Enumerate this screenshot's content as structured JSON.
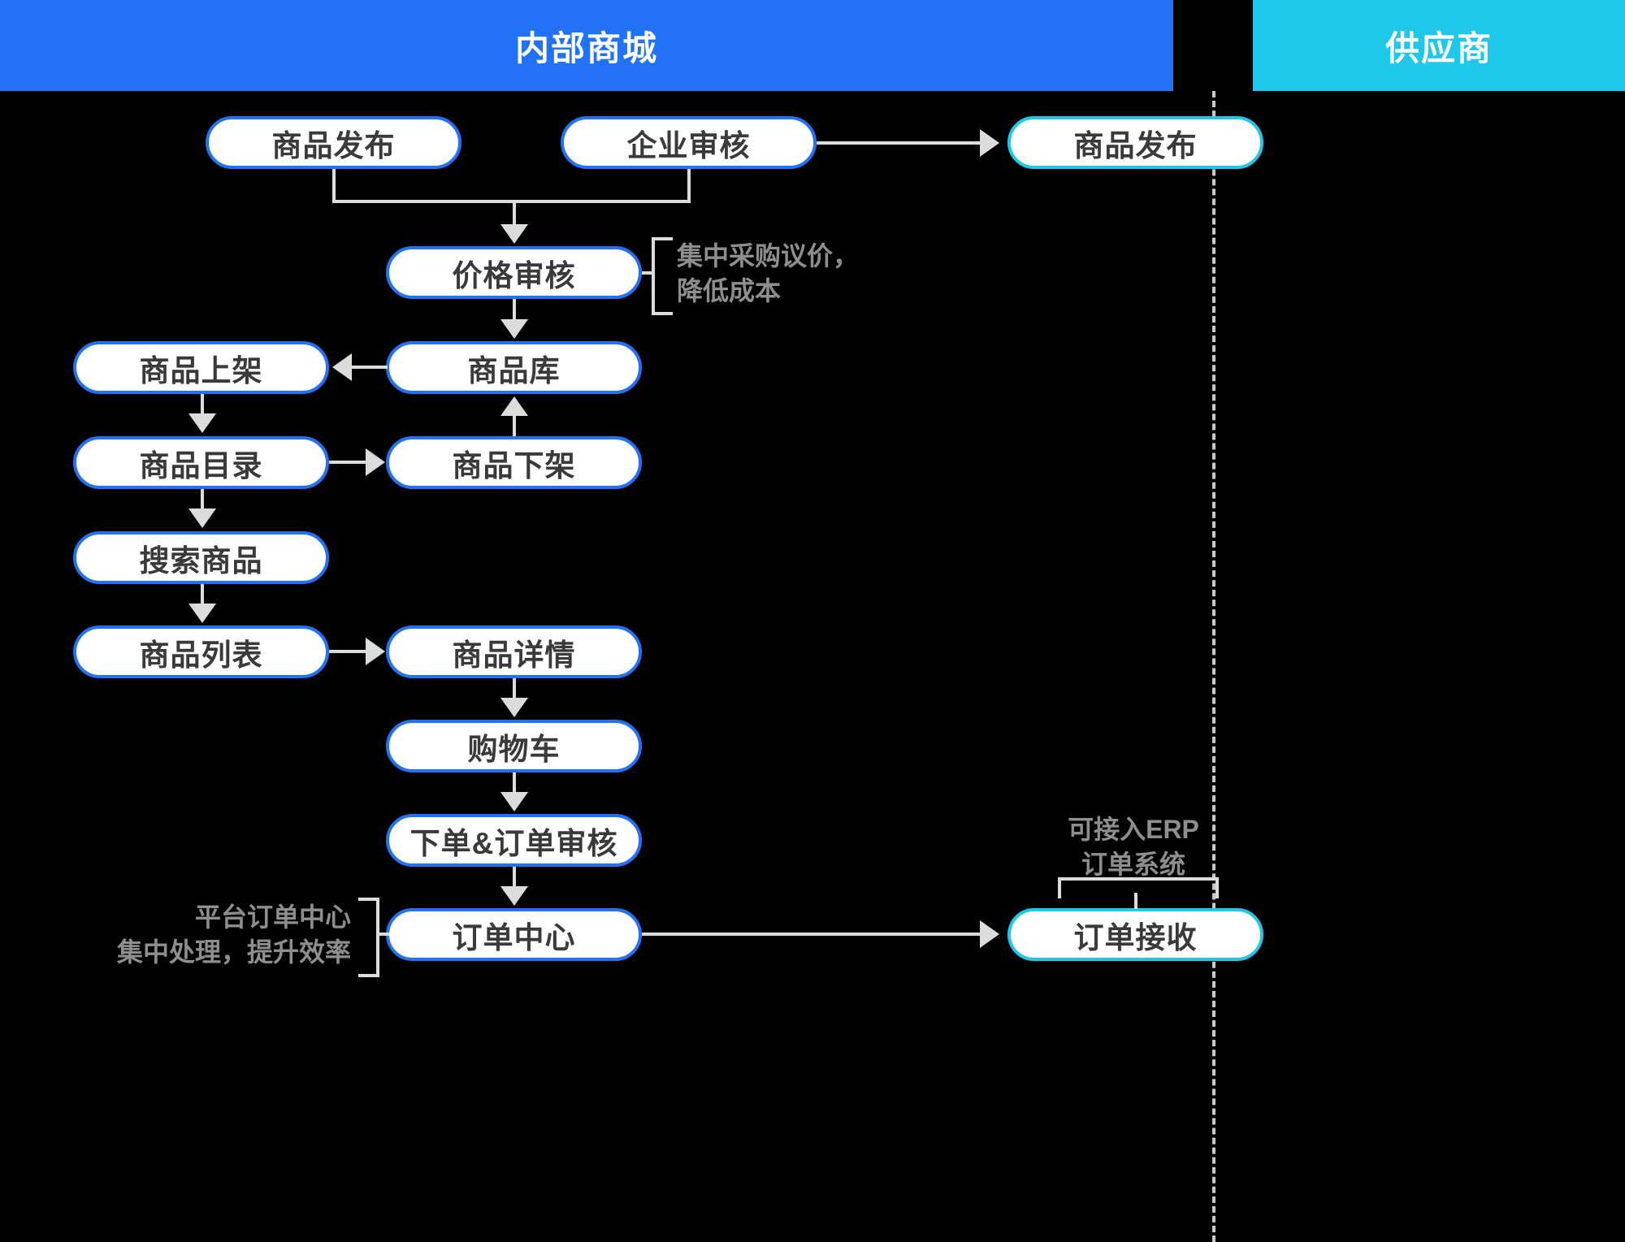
{
  "lanes": [
    {
      "id": "internal",
      "title": "内部商城",
      "color": "#2272f7"
    },
    {
      "id": "supplier",
      "title": "供应商",
      "color": "#1fc7e8"
    }
  ],
  "nodes": {
    "product_publish_internal": "商品发布",
    "enterprise_review": "企业审核",
    "product_publish_supplier": "商品发布",
    "price_review": "价格审核",
    "product_listing": "商品上架",
    "product_repository": "商品库",
    "product_catalog": "商品目录",
    "product_delisting": "商品下架",
    "search_product": "搜索商品",
    "product_list": "商品列表",
    "product_detail": "商品详情",
    "shopping_cart": "购物车",
    "place_order_review": "下单&订单审核",
    "order_center": "订单中心",
    "order_receive": "订单接收"
  },
  "annotations": {
    "price_note": "集中采购议价，\n降低成本",
    "order_center_note": "平台订单中心\n集中处理，提升效率",
    "erp_note": "可接入ERP\n订单系统"
  },
  "colors": {
    "internal_lane": "#2272f7",
    "supplier_lane": "#1fc7e8",
    "node_border_internal": "#2272f7",
    "node_border_supplier": "#1fc7e8",
    "node_fill": "#ffffff",
    "node_text": "#3a3a3a",
    "connector": "#dcdcdc",
    "annotation_text": "#8e8e8e",
    "background": "#000000"
  }
}
